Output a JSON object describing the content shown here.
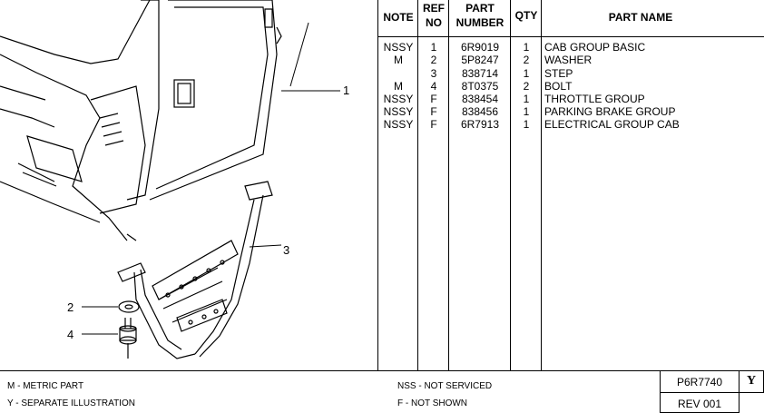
{
  "table": {
    "headers": {
      "note": "NOTE",
      "ref_line1": "REF",
      "ref_line2": "NO",
      "part_line1": "PART",
      "part_line2": "NUMBER",
      "qty": "QTY",
      "name": "PART NAME"
    },
    "rows": [
      {
        "note": "NSSY",
        "ref": "1",
        "number": "6R9019",
        "qty": "1",
        "name": "CAB GROUP BASIC"
      },
      {
        "note": "M",
        "ref": "2",
        "number": "5P8247",
        "qty": "2",
        "name": "WASHER"
      },
      {
        "note": "",
        "ref": "3",
        "number": "838714",
        "qty": "1",
        "name": "STEP"
      },
      {
        "note": "M",
        "ref": "4",
        "number": "8T0375",
        "qty": "2",
        "name": "BOLT"
      },
      {
        "note": "NSSY",
        "ref": "F",
        "number": "838454",
        "qty": "1",
        "name": "THROTTLE GROUP"
      },
      {
        "note": "NSSY",
        "ref": "F",
        "number": "838456",
        "qty": "1",
        "name": "PARKING BRAKE GROUP"
      },
      {
        "note": "NSSY",
        "ref": "F",
        "number": "6R7913",
        "qty": "1",
        "name": "ELECTRICAL GROUP CAB"
      }
    ]
  },
  "callouts": [
    "1",
    "2",
    "3",
    "4"
  ],
  "footer": {
    "legend_m": "M - METRIC PART",
    "legend_y": "Y - SEPARATE ILLUSTRATION",
    "legend_nss": "NSS - NOT SERVICED",
    "legend_f": "F - NOT SHOWN",
    "part_id": "P6R7740",
    "rev": "REV 001",
    "sheet_code": "Y"
  }
}
